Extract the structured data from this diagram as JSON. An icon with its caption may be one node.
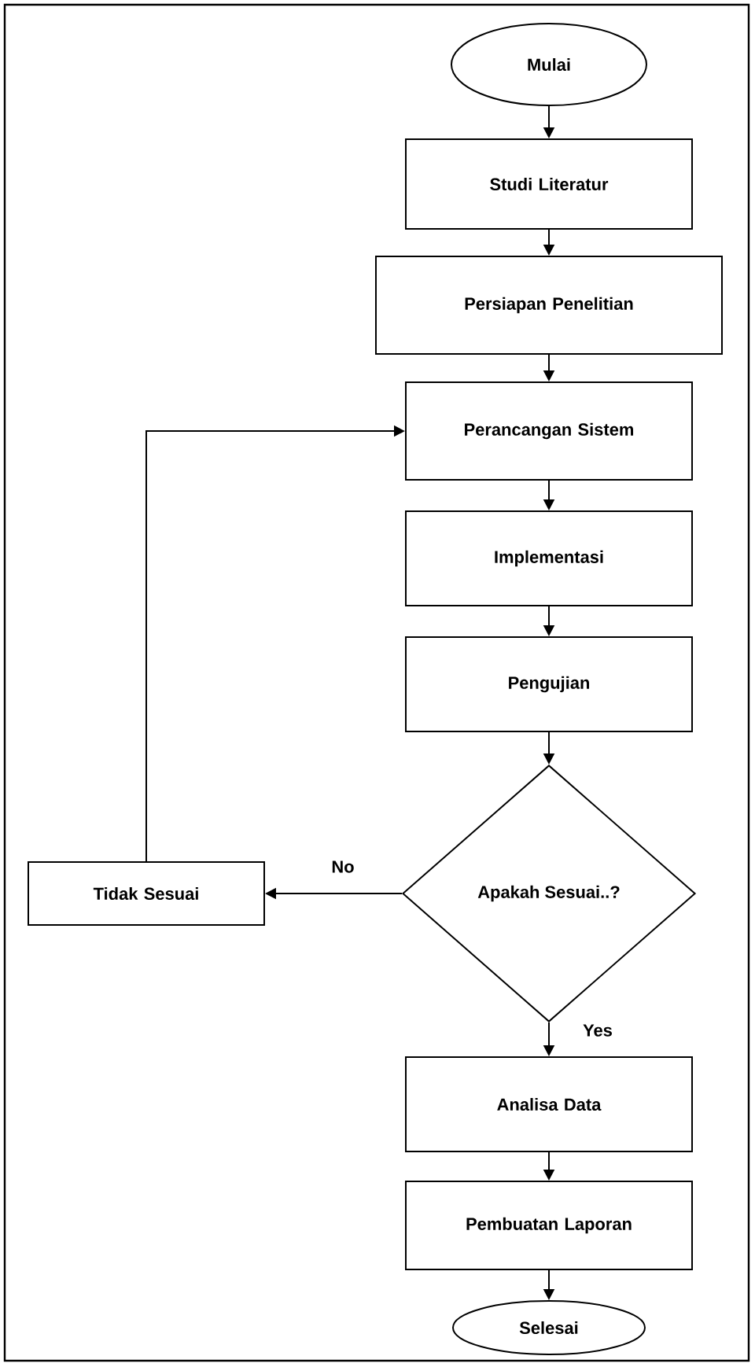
{
  "diagram": {
    "nodes": [
      {
        "text": [
          "Mulai"
        ]
      },
      {
        "text": [
          "Studi Literatur"
        ]
      },
      {
        "text": [
          "Persiapan Penelitian"
        ]
      },
      {
        "text": [
          "Perancangan Sistem"
        ]
      },
      {
        "text": [
          "Implementasi"
        ]
      },
      {
        "text": [
          "Pengujian"
        ]
      },
      {
        "text": [
          "Apakah Sesuai..?"
        ]
      },
      {
        "text": [
          "Tidak Sesuai"
        ]
      },
      {
        "text": [
          "Analisa Data"
        ]
      },
      {
        "text": [
          "Pembuatan Laporan"
        ]
      },
      {
        "text": [
          "Selesai"
        ]
      }
    ],
    "edges": [
      {
        "from": 0,
        "to": 1,
        "arrow": "to"
      },
      {
        "from": 1,
        "to": 2,
        "arrow": "to"
      },
      {
        "from": 2,
        "to": 3,
        "arrow": "to"
      },
      {
        "from": 3,
        "to": 4,
        "arrow": "to"
      },
      {
        "from": 4,
        "to": 5,
        "arrow": "to"
      },
      {
        "from": 5,
        "to": 6,
        "arrow": "to"
      },
      {
        "from": 6,
        "to": 7,
        "arrow": "to",
        "label": "No"
      },
      {
        "from": 7,
        "to": 3,
        "arrow": "to"
      },
      {
        "from": 6,
        "to": 8,
        "arrow": "to",
        "label": "Yes"
      },
      {
        "from": 8,
        "to": 9,
        "arrow": "to"
      },
      {
        "from": 9,
        "to": 10,
        "arrow": "to"
      }
    ]
  }
}
